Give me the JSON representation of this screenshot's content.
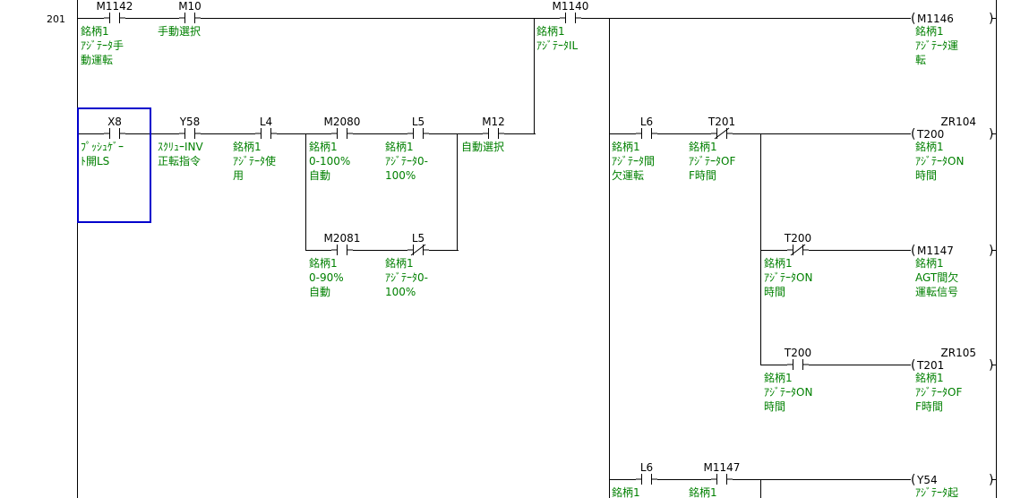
{
  "step_number": "201",
  "contacts": [
    {
      "id": "m1142",
      "device": "M1142",
      "comment": [
        "銘柄1",
        "ｱｼﾞﾃｰﾀ手",
        "動運転"
      ],
      "type": "no"
    },
    {
      "id": "m10",
      "device": "M10",
      "comment": [
        "手動選択"
      ],
      "type": "no"
    },
    {
      "id": "m1140",
      "device": "M1140",
      "comment": [
        "銘柄1",
        "ｱｼﾞﾃｰﾀIL"
      ],
      "type": "no"
    },
    {
      "id": "x8",
      "device": "X8",
      "comment": [
        "ﾌﾟｯｼｭｹﾞｰ",
        "ﾄ開LS"
      ],
      "type": "no"
    },
    {
      "id": "y58",
      "device": "Y58",
      "comment": [
        "ｽｸﾘｭｰINV",
        "正転指令"
      ],
      "type": "no"
    },
    {
      "id": "l4",
      "device": "L4",
      "comment": [
        "銘柄1",
        "ｱｼﾞﾃｰﾀ使",
        "用"
      ],
      "type": "no"
    },
    {
      "id": "m2080",
      "device": "M2080",
      "comment": [
        "銘柄1",
        "0-100%",
        "自動"
      ],
      "type": "no"
    },
    {
      "id": "l5a",
      "device": "L5",
      "comment": [
        "銘柄1",
        "ｱｼﾞﾃｰﾀ0-",
        "100%"
      ],
      "type": "no"
    },
    {
      "id": "m12",
      "device": "M12",
      "comment": [
        "自動選択"
      ],
      "type": "no"
    },
    {
      "id": "m2081",
      "device": "M2081",
      "comment": [
        "銘柄1",
        "0-90%",
        "自動"
      ],
      "type": "no"
    },
    {
      "id": "l5b",
      "device": "L5",
      "comment": [
        "銘柄1",
        "ｱｼﾞﾃｰﾀ0-",
        "100%"
      ],
      "type": "nc"
    },
    {
      "id": "l6a",
      "device": "L6",
      "comment": [
        "銘柄1",
        "ｱｼﾞﾃｰﾀ間",
        "欠運転"
      ],
      "type": "no"
    },
    {
      "id": "t201c",
      "device": "T201",
      "comment": [
        "銘柄1",
        "ｱｼﾞﾃｰﾀOF",
        "F時間"
      ],
      "type": "nc"
    },
    {
      "id": "t200a",
      "device": "T200",
      "comment": [
        "銘柄1",
        "ｱｼﾞﾃｰﾀON",
        "時間"
      ],
      "type": "nc"
    },
    {
      "id": "t200b",
      "device": "T200",
      "comment": [
        "銘柄1",
        "ｱｼﾞﾃｰﾀON",
        "時間"
      ],
      "type": "no"
    },
    {
      "id": "l6b",
      "device": "L6",
      "comment": [
        "銘柄1"
      ],
      "type": "no"
    },
    {
      "id": "m1147c",
      "device": "M1147",
      "comment": [
        "銘柄1"
      ],
      "type": "no"
    }
  ],
  "coils": [
    {
      "id": "m1146",
      "device": "M1146",
      "setting": "",
      "comment": [
        "銘柄1",
        "ｱｼﾞﾃｰﾀ運",
        "転"
      ]
    },
    {
      "id": "t200coil",
      "device": "T200",
      "setting": "ZR104",
      "comment": [
        "銘柄1",
        "ｱｼﾞﾃｰﾀON",
        "時間"
      ]
    },
    {
      "id": "m1147",
      "device": "M1147",
      "setting": "",
      "comment": [
        "銘柄1",
        "AGT間欠",
        "運転信号"
      ]
    },
    {
      "id": "t201coil",
      "device": "T201",
      "setting": "ZR105",
      "comment": [
        "銘柄1",
        "ｱｼﾞﾃｰﾀOF",
        "F時間"
      ]
    },
    {
      "id": "y54",
      "device": "Y54",
      "setting": "",
      "comment": [
        "ｱｼﾞﾃｰﾀ起"
      ]
    }
  ]
}
